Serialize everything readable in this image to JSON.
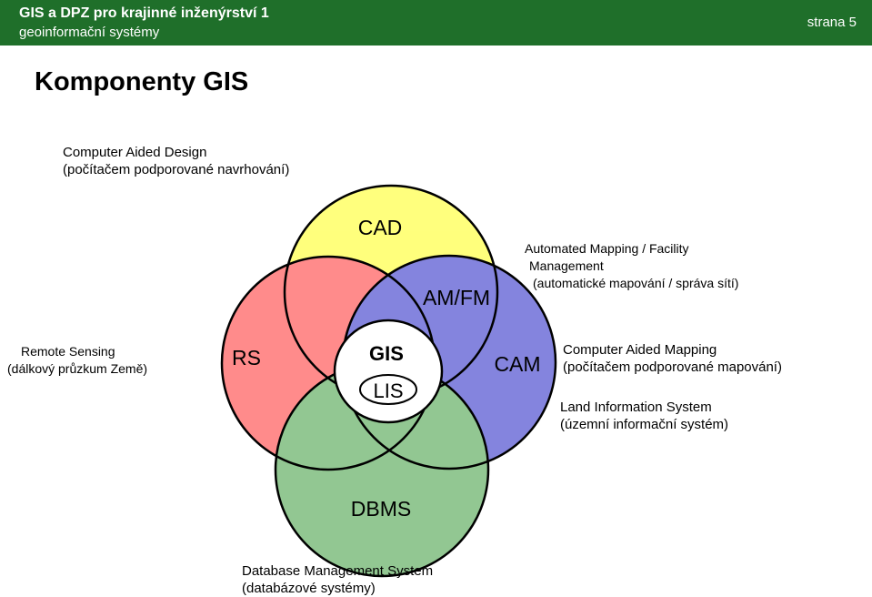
{
  "header": {
    "title": "GIS a DPZ pro krajinné inženýrství 1",
    "subtitle": "geoinformační systémy",
    "page": "strana 5"
  },
  "page_title": "Komponenty GIS",
  "diagram": {
    "circles": {
      "cad": "CAD",
      "amfm": "AM/FM",
      "rs": "RS",
      "cam": "CAM",
      "dbms": "DBMS",
      "gis": "GIS",
      "lis": "LIS"
    },
    "colors": {
      "cad": "#ffff66",
      "rs": "#ff7777",
      "amfm": "#6f6fd9",
      "cam": "#6a6aff",
      "dbms": "#7fbe7f",
      "center": "#ffffff",
      "header": "#1f6f2a"
    },
    "notes": {
      "cad": [
        "Computer Aided Design",
        "(počítačem podporované navrhování)"
      ],
      "amfm": [
        "Automated Mapping / Facility",
        "Management",
        "(automatické mapování / správa sítí)"
      ],
      "rs": [
        "Remote Sensing",
        "(dálkový průzkum Země)"
      ],
      "cam": [
        "Computer Aided Mapping",
        "(počítačem podporované mapování)"
      ],
      "lis": [
        "Land Information System",
        "(územní informační systém)"
      ],
      "dbms": [
        "Database Management System",
        "(databázové systémy)"
      ]
    }
  }
}
